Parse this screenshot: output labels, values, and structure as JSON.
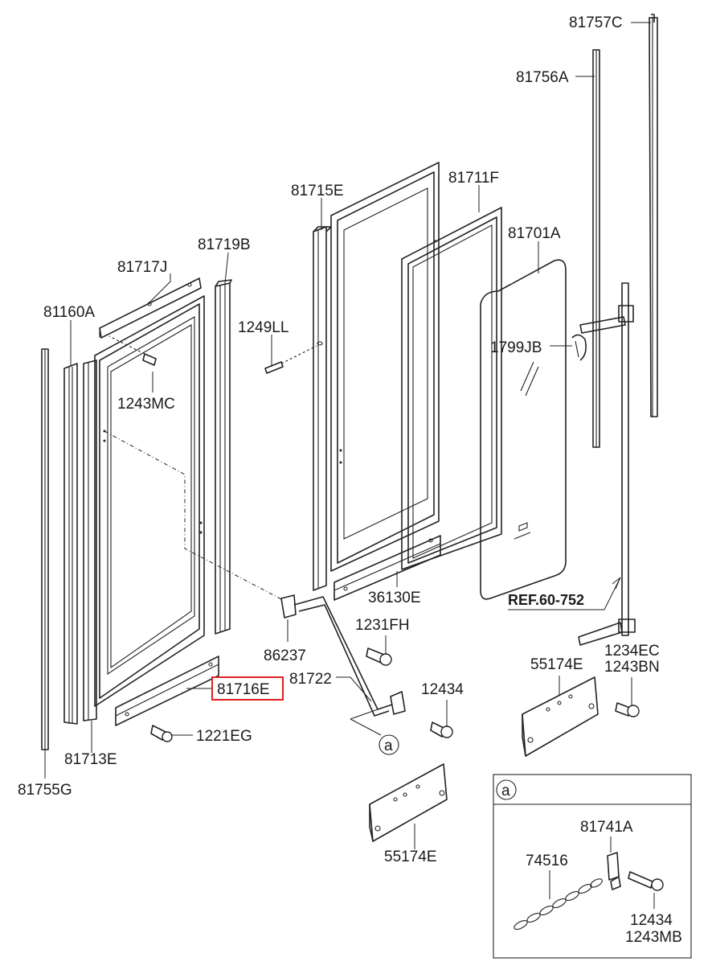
{
  "diagram": {
    "labels": {
      "l81757C": "81757C",
      "l81756A": "81756A",
      "l81715E": "81715E",
      "l81711F": "81711F",
      "l81701A": "81701A",
      "l81719B": "81719B",
      "l81717J": "81717J",
      "l81160A": "81160A",
      "l1249LL": "1249LL",
      "l1799JB": "1799JB",
      "l1243MC": "1243MC",
      "l36130E": "36130E",
      "lRef": "REF.60-752",
      "l1231FH": "1231FH",
      "l86237": "86237",
      "l81716E": "81716E",
      "l81722": "81722",
      "l12434": "12434",
      "l1234EC": "1234EC",
      "l1243BN": "1243BN",
      "l55174E_a": "55174E",
      "l1221EG": "1221EG",
      "l81713E": "81713E",
      "l81755G": "81755G",
      "l55174E_b": "55174E",
      "la_callout": "a",
      "la_box": "a",
      "l81741A": "81741A",
      "l74516": "74516",
      "l12434_b": "12434",
      "l1243MB": "1243MB"
    },
    "highlight_color": "#e02020"
  }
}
